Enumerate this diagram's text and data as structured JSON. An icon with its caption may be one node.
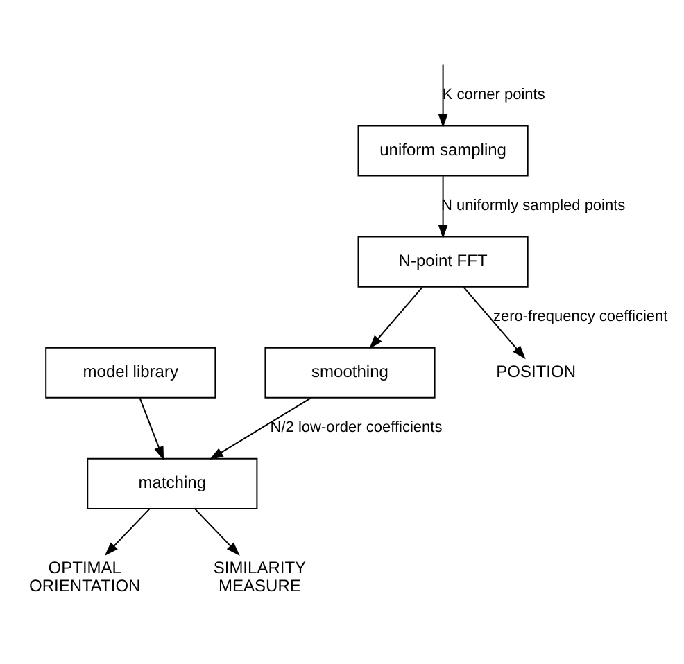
{
  "diagram": {
    "nodes": [
      {
        "text": [
          "uniform sampling"
        ]
      },
      {
        "text": [
          "N-point FFT"
        ]
      },
      {
        "text": [
          "smoothing"
        ]
      },
      {
        "text": [
          "model library"
        ]
      },
      {
        "text": [
          "matching"
        ]
      },
      {
        "text": [
          "POSITION"
        ]
      },
      {
        "text": [
          "OPTIMAL ORIENTATION"
        ]
      },
      {
        "text": [
          "SIMILARITY MEASURE"
        ]
      }
    ],
    "edges": [
      {
        "from": null,
        "to": 0,
        "arrow": "to",
        "label": "K corner points"
      },
      {
        "from": 0,
        "to": 1,
        "arrow": "to",
        "label": "N uniformly sampled points"
      },
      {
        "from": 1,
        "to": 5,
        "arrow": "to",
        "label": "zero-frequency coefficient"
      },
      {
        "from": 1,
        "to": 2,
        "arrow": "to"
      },
      {
        "from": 2,
        "to": 4,
        "arrow": "to",
        "label": "N/2 low-order coefficients"
      },
      {
        "from": 3,
        "to": 4,
        "arrow": "to"
      },
      {
        "from": 4,
        "to": 6,
        "arrow": "to"
      },
      {
        "from": 4,
        "to": 7,
        "arrow": "to"
      }
    ]
  }
}
